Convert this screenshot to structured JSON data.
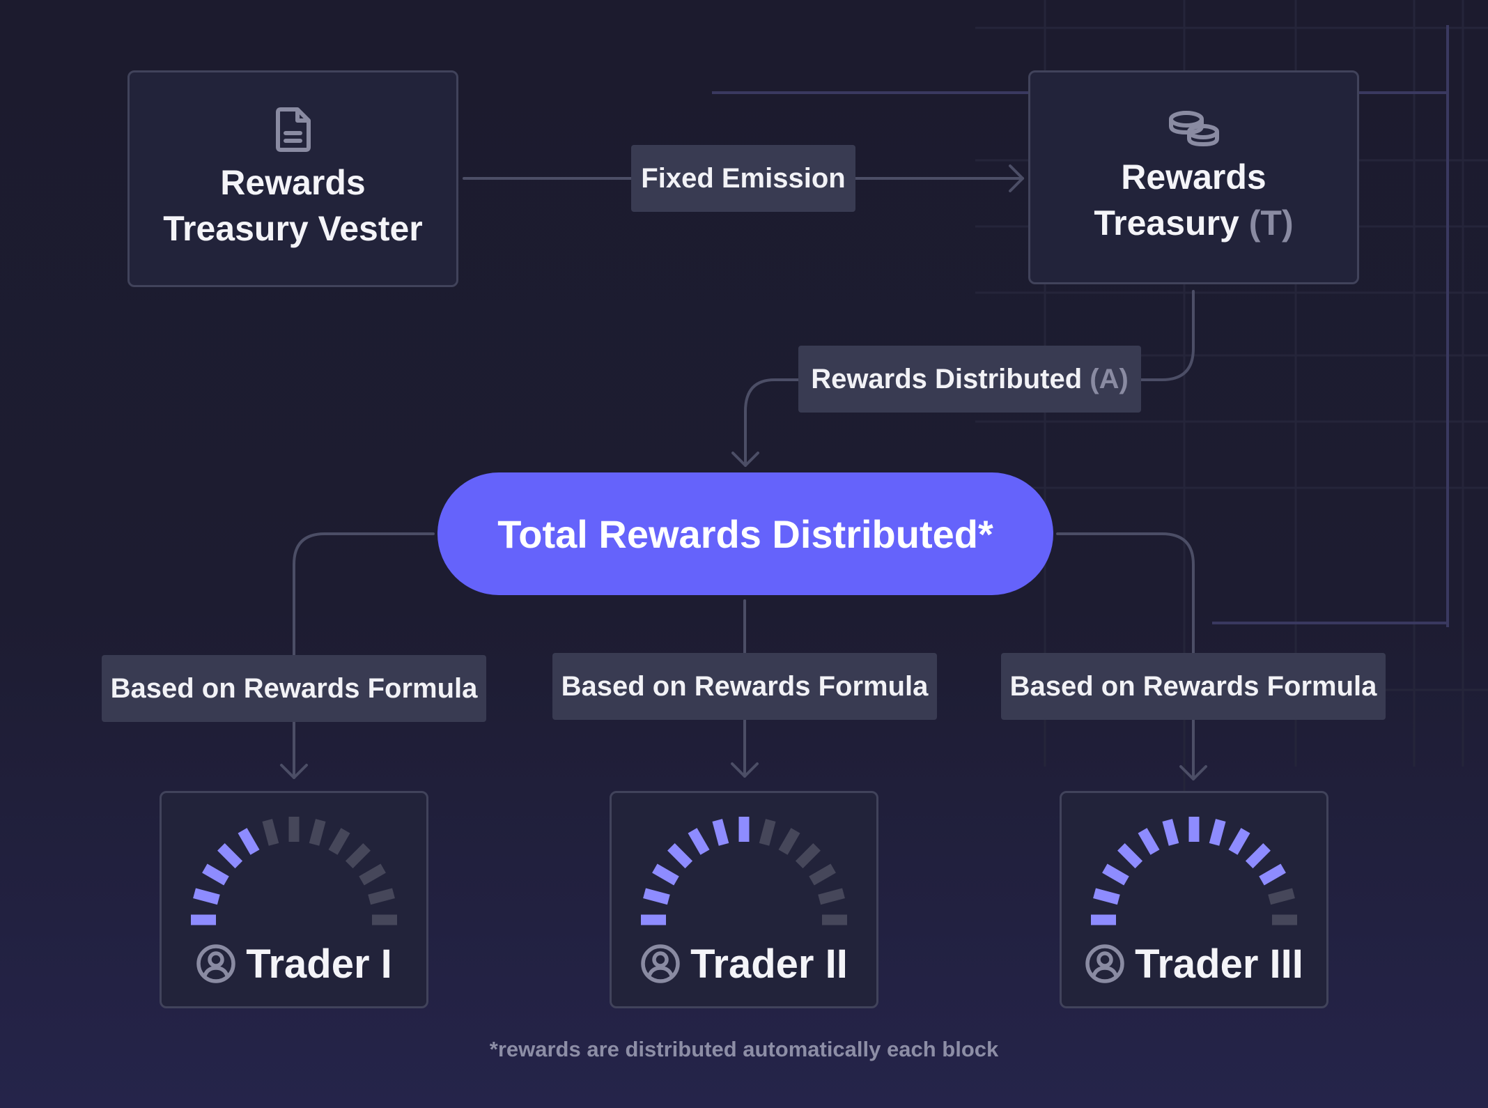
{
  "nodes": {
    "vester": {
      "line1": "Rewards",
      "line2": "Treasury Vester",
      "icon": "document-icon"
    },
    "treasury": {
      "line1": "Rewards",
      "line2": "Treasury",
      "marker": "(T)",
      "icon": "coins-icon"
    },
    "total": {
      "label": "Total Rewards Distributed*",
      "color": "#6563fb"
    }
  },
  "edges": {
    "fixed_emission": "Fixed Emission",
    "rewards_distributed": "Rewards Distributed",
    "rewards_distributed_marker": "(A)",
    "formula_left": "Based on Rewards Formula",
    "formula_center": "Based on Rewards Formula",
    "formula_right": "Based on Rewards Formula"
  },
  "traders": [
    {
      "name": "Trader I",
      "level": 0.4,
      "icon": "user-circle-icon"
    },
    {
      "name": "Trader II",
      "level": 0.52,
      "icon": "user-circle-icon"
    },
    {
      "name": "Trader III",
      "level": 0.84,
      "icon": "user-circle-icon"
    }
  ],
  "footnote": "*rewards are distributed automatically each block",
  "colors": {
    "background": "#1c1b2e",
    "box": "#22233a",
    "border": "#41435b",
    "label_bg": "#393b52",
    "accent": "#6563fb",
    "gauge_active": "#8e8cff",
    "gauge_inactive": "#46475a",
    "muted_text": "#8a8ba2"
  }
}
